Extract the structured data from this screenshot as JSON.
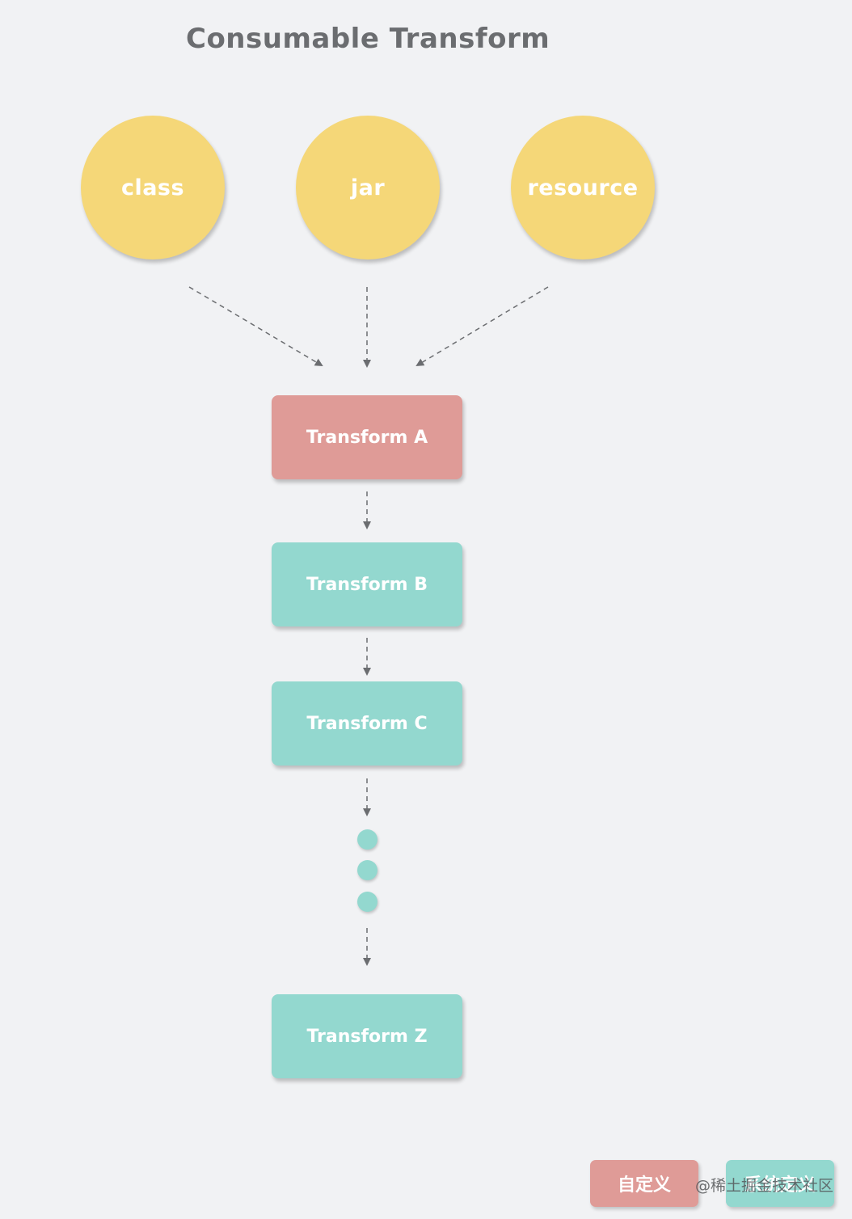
{
  "title": "Consumable Transform",
  "inputs": [
    "class",
    "jar",
    "resource"
  ],
  "transforms": {
    "a": "Transform A",
    "b": "Transform B",
    "c": "Transform C",
    "z": "Transform Z"
  },
  "legend": {
    "custom": "自定义",
    "system": "系统定义"
  },
  "watermark": "@稀土掘金技术社区",
  "colors": {
    "input": "#f5d778",
    "custom_transform": "#df9b97",
    "system_transform": "#93d8cf",
    "background": "#f1f2f4",
    "title": "#6b6d70",
    "arrow": "#6b6d70"
  }
}
